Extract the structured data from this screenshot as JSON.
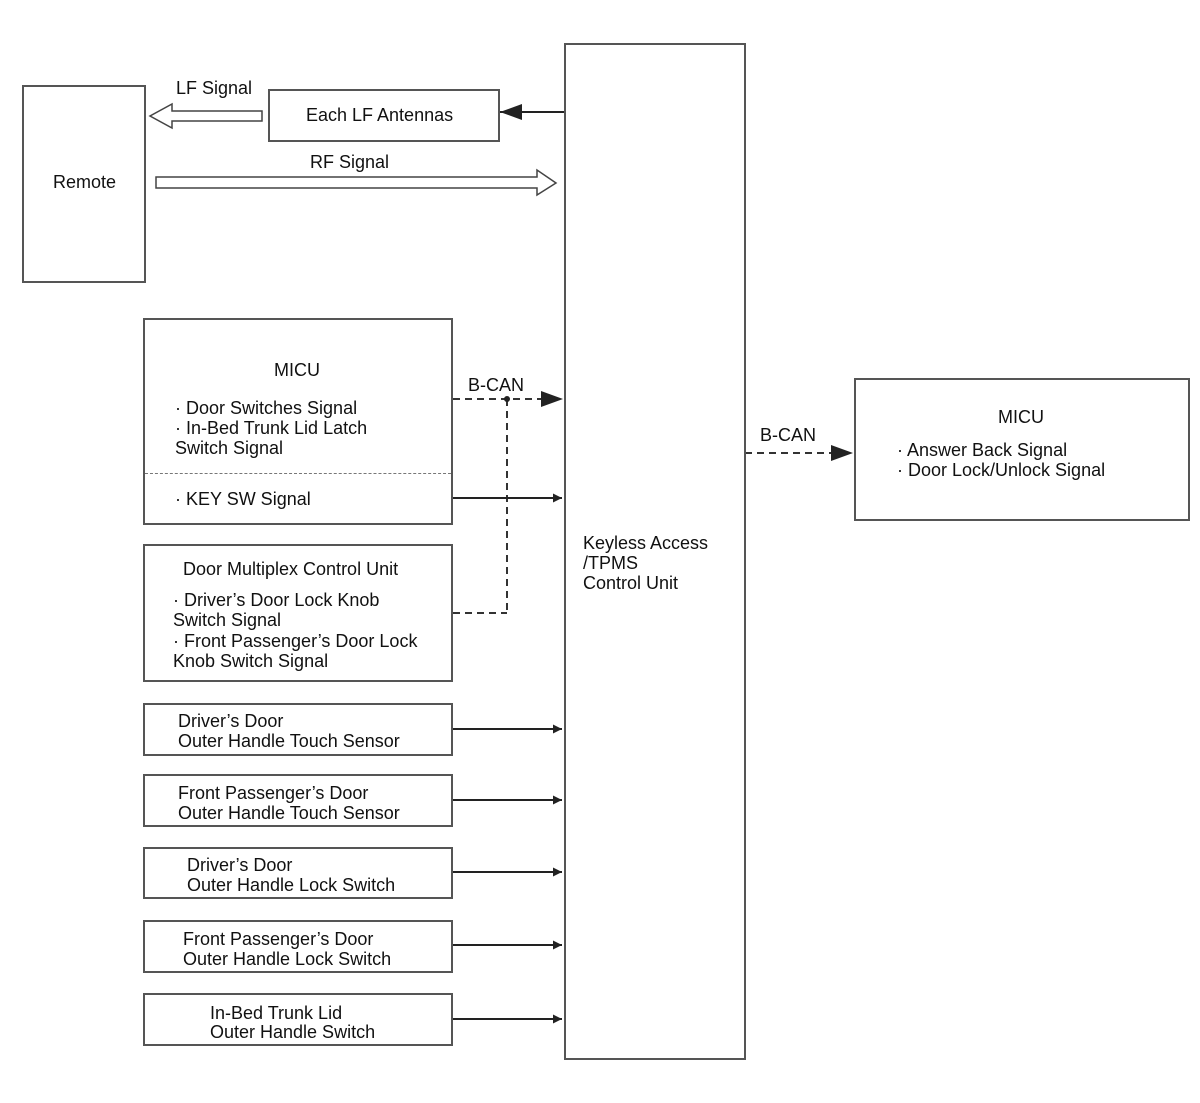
{
  "remote": {
    "title": "Remote"
  },
  "lf_antennas": {
    "title": "Each LF Antennas"
  },
  "signals": {
    "lf": "LF Signal",
    "rf": "RF Signal",
    "bcan_left": "B-CAN",
    "bcan_right": "B-CAN"
  },
  "micu_in": {
    "title": "MICU",
    "items": [
      "· Door Switches Signal",
      "· In-Bed Trunk Lid Latch",
      "Switch Signal"
    ],
    "key_sw": "· KEY SW Signal"
  },
  "door_multiplex": {
    "title": "Door Multiplex Control Unit",
    "items": [
      "· Driver’s Door Lock Knob",
      "Switch Signal",
      "· Front Passenger’s Door Lock",
      "Knob Switch Signal"
    ]
  },
  "sensors": [
    {
      "line1": "Driver’s Door",
      "line2": "Outer Handle Touch Sensor"
    },
    {
      "line1": "Front Passenger’s Door",
      "line2": "Outer Handle Touch Sensor"
    },
    {
      "line1": "Driver’s Door",
      "line2": "Outer Handle Lock Switch"
    },
    {
      "line1": "Front Passenger’s Door",
      "line2": "Outer Handle Lock Switch"
    },
    {
      "line1": "In-Bed Trunk Lid",
      "line2": "Outer Handle Switch"
    }
  ],
  "control_unit": {
    "lines": [
      "Keyless Access",
      "/TPMS",
      "Control Unit"
    ]
  },
  "micu_out": {
    "title": "MICU",
    "items": [
      "· Answer Back Signal",
      "· Door Lock/Unlock Signal"
    ]
  }
}
